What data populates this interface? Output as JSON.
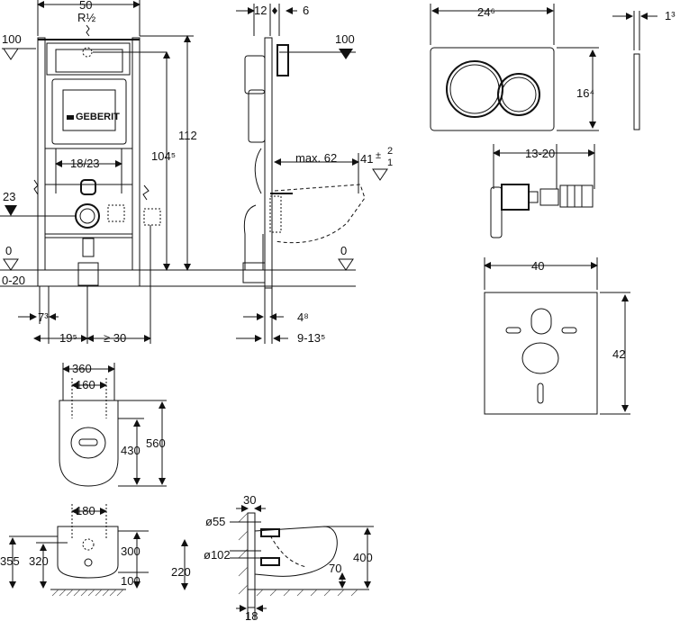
{
  "front": {
    "width": "50",
    "pipe": "R½",
    "level_top": "100",
    "height_total": "112",
    "height_frame": "104⁵",
    "spacing": "18/23",
    "drain_height": "23",
    "level_floor": "0",
    "floor_range": "0-20",
    "offset_7": "7³",
    "offset_19": "19⁵",
    "offset_30": "≥ 30",
    "brand": "GEBERIT"
  },
  "side": {
    "depth_a": "12",
    "depth_b": "6",
    "level_top": "100",
    "max_62": "max. 62",
    "tol_41": "41",
    "tol_plus": "2",
    "tol_minus": "1",
    "level_floor": "0",
    "dim_48": "4⁸",
    "dim_9_13": "9-13⁵"
  },
  "plate": {
    "width": "24⁶",
    "height": "16⁴",
    "thickness": "1³"
  },
  "connector": {
    "range": "13-20"
  },
  "mat": {
    "width": "40",
    "height": "42"
  },
  "bowl_top": {
    "w360": "360",
    "w160": "160",
    "l430": "430",
    "l560": "560"
  },
  "bowl_front": {
    "w180": "180",
    "h355": "355",
    "h320": "320",
    "h300": "300",
    "h100": "100"
  },
  "bowl_side": {
    "d30": "30",
    "d55": "ø55",
    "d102": "ø102",
    "h220": "220",
    "h400": "400",
    "h70": "70",
    "d18": "18"
  }
}
